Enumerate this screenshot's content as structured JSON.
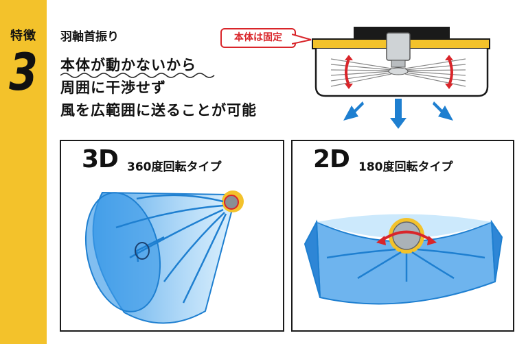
{
  "sidebar": {
    "feature_label": "特徴",
    "feature_number": "3"
  },
  "heading": {
    "subtitle": "羽軸首振り",
    "lines": [
      "本体が動かないから",
      "周囲に干渉せず",
      "風を広範囲に送ることが可能"
    ]
  },
  "callout": {
    "text": "本体は固定"
  },
  "panels": [
    {
      "mode": "3D",
      "type": "360度回転タイプ"
    },
    {
      "mode": "2D",
      "type": "180度回転タイプ"
    }
  ],
  "colors": {
    "accent_yellow": "#f3c22b",
    "callout_red": "#d9252a",
    "airflow_blue": "#1e7fd0"
  }
}
